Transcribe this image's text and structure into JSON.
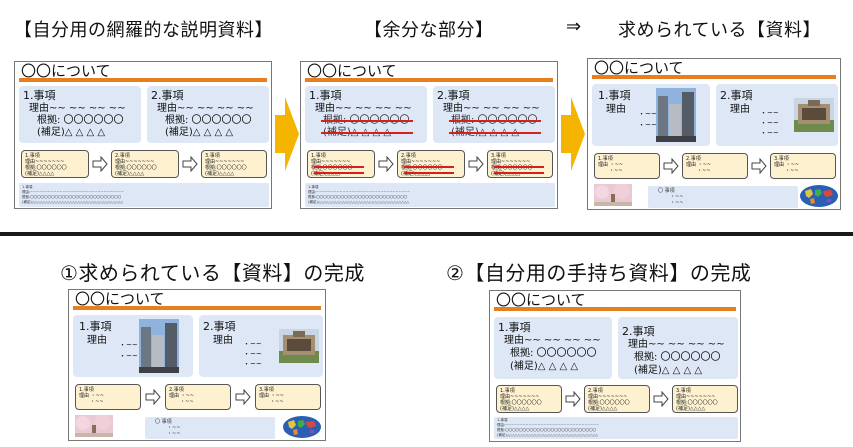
{
  "headings": {
    "left": "【自分用の網羅的な説明資料】",
    "middle": "【余分な部分】",
    "arrow_symbol": "⇒",
    "right": "求められている【資料】",
    "bottom_left": "①求められている【資料】の完成",
    "bottom_right": "②【自分用の手持ち資料】の完成"
  },
  "slide": {
    "title": "〇〇について",
    "item1": "1.事項",
    "item2": "2.事項",
    "reason": "理由~~ ~~ ~~ ~~",
    "reason_short": "理由",
    "basis": "根拠: 〇〇〇〇〇〇",
    "supplement": "(補足)△ △ △ △",
    "tilde": "・~~",
    "step1": "1.事項\n理由~~~~~~~\n根拠:〇〇〇〇〇〇\n(補足)△△△△",
    "step2": "2.事項\n理由~~~~~~~\n根拠:〇〇〇〇〇〇\n(補足)△△△△",
    "step3": "3.事項\n理由~~~~~~~\n根拠:〇〇〇〇〇〇\n(補足)△△△△",
    "step_simple1": "1.事項\n理由 ・~~\n       ・~~",
    "step_simple2": "2.事項\n理由 ・~~\n       ・~~",
    "step_simple3": "3.事項\n理由 ・~~\n       ・~~",
    "note_head": "1.事項",
    "note_reason": "理由:~~~~~~~~~~~~~~~~~~~~~~~~~~~~~~~~",
    "note_basis": "根拠:〇〇〇〇〇〇〇〇〇〇〇〇〇〇〇〇〇〇〇〇〇〇〇〇〇〇",
    "note_supp": "(補足)△△△△△△△△△△△△△△△△△△△△△△△△△△△△△△△△△△",
    "bullet_item": "〇 事項",
    "bullet_sub1": "・~~",
    "bullet_sub2": "・~~"
  },
  "colors": {
    "title_bar": "#e67e22",
    "blue_box": "#dde7f6",
    "step_box": "#fdf1d0",
    "strike": "#d62020",
    "arrow": "#f5b400"
  }
}
